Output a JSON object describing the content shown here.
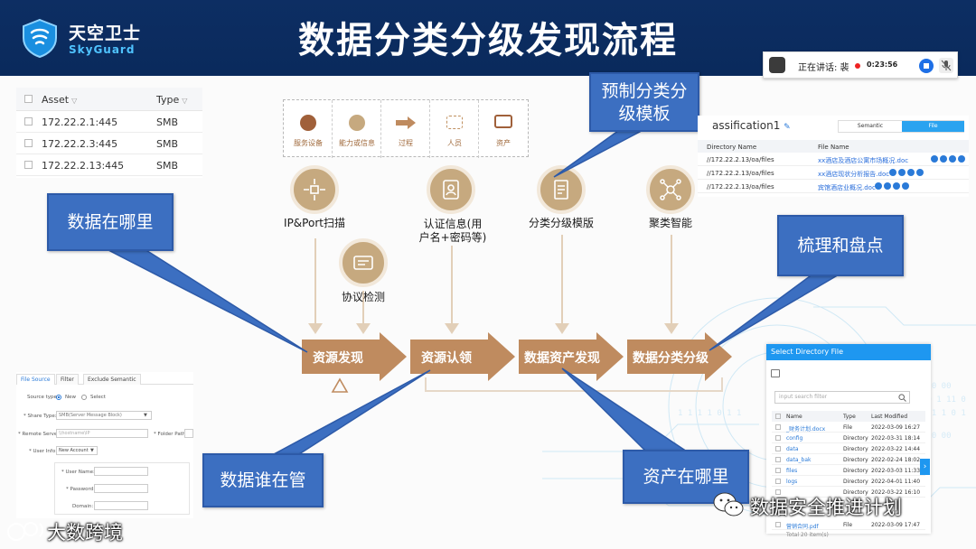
{
  "header": {
    "logo_cn": "天空卫士",
    "logo_en": "SkyGuard",
    "title": "数据分类分级发现流程"
  },
  "meeting_bar": {
    "speaking": "正在讲话: 裴",
    "time": "0:23:56"
  },
  "asset_table": {
    "columns": [
      "Asset",
      "Type"
    ],
    "rows": [
      {
        "asset": "172.22.2.1:445",
        "type": "SMB"
      },
      {
        "asset": "172.22.2.3:445",
        "type": "SMB"
      },
      {
        "asset": "172.22.2.13:445",
        "type": "SMB"
      }
    ]
  },
  "legend": {
    "items": [
      {
        "label": "服务设备",
        "icon": "dark-circle-icon"
      },
      {
        "label": "能力或信息",
        "icon": "light-circle-icon"
      },
      {
        "label": "过程",
        "icon": "arrow-icon"
      },
      {
        "label": "人员",
        "icon": "dashed-box-icon"
      },
      {
        "label": "资产",
        "icon": "rounded-box-icon"
      }
    ]
  },
  "nodes": {
    "ip_scan": "IP&Port扫描",
    "protocol": "协议检测",
    "auth_line1": "认证信息(用",
    "auth_line2": "户名+密码等)",
    "template": "分类分级模版",
    "cluster": "聚类智能"
  },
  "process": {
    "step1": "资源发现",
    "step2": "资源认领",
    "step3": "数据资产发现",
    "step4": "数据分类分级"
  },
  "callouts": {
    "where_data": "数据在哪里",
    "who_manages": "数据谁在管",
    "preset_line1": "预制分类分",
    "preset_line2": "级模板",
    "sort_count": "梳理和盘点",
    "where_asset": "资产在哪里"
  },
  "classification_panel": {
    "title": "assification1",
    "tab_semantic": "Semantic",
    "tab_file": "File",
    "columns": [
      "Directory Name",
      "File Name"
    ],
    "rows": [
      {
        "dir": "//172.22.2.13/oa/files",
        "file": "xx酒店及酒店公寓市场概况.doc"
      },
      {
        "dir": "//172.22.2.13/oa/files",
        "file": "xx酒店现状分析报告.doc"
      },
      {
        "dir": "//172.22.2.13/oa/files",
        "file": "宾馆酒店业概况.doc"
      }
    ]
  },
  "file_source_form": {
    "tabs": [
      "File Source",
      "Filter",
      "Exclude Semantic"
    ],
    "source_type_label": "Source type:",
    "radio_new": "New",
    "radio_select": "Select",
    "share_type_label": "* Share Type:",
    "share_type_value": "SMB(Server Message Block)",
    "remote_server_label": "* Remote Server:",
    "remote_server_placeholder": "\\\\hostname\\IP",
    "folder_path_label": "* Folder Path:",
    "user_info_label": "* User Info:",
    "user_info_value": "New Account",
    "user_name_label": "* User Name:",
    "password_label": "* Password:",
    "domain_label": "Domain:"
  },
  "directory_dialog": {
    "title": "Select Directory File",
    "search_placeholder": "input search filter",
    "columns": [
      "Name",
      "Type",
      "Last Modified"
    ],
    "rows": [
      {
        "name": "_财务计划.docx",
        "type": "File",
        "modified": "2022-03-09 16:27"
      },
      {
        "name": "config",
        "type": "Directory",
        "modified": "2022-03-31 18:14"
      },
      {
        "name": "data",
        "type": "Directory",
        "modified": "2022-03-22 14:44"
      },
      {
        "name": "data_bak",
        "type": "Directory",
        "modified": "2022-02-24 18:02"
      },
      {
        "name": "files",
        "type": "Directory",
        "modified": "2022-03-03 11:33"
      },
      {
        "name": "logs",
        "type": "Directory",
        "modified": "2022-04-01 11:40"
      },
      {
        "name": "",
        "type": "Directory",
        "modified": "2022-03-22 16:10"
      },
      {
        "name": "营销合同.pdf",
        "type": "File",
        "modified": "2022-03-09 17:47"
      }
    ],
    "footer": "Total 20 item(s)"
  },
  "watermarks": {
    "left": "大数跨境",
    "right": "数据安全推进计划"
  },
  "colors": {
    "header_bg": "#0d2e63",
    "process_brown": "#bf8b5f",
    "callout_blue": "#3c6fc1",
    "node_tan": "#c6a97f",
    "dialog_blue": "#1e97f0"
  }
}
